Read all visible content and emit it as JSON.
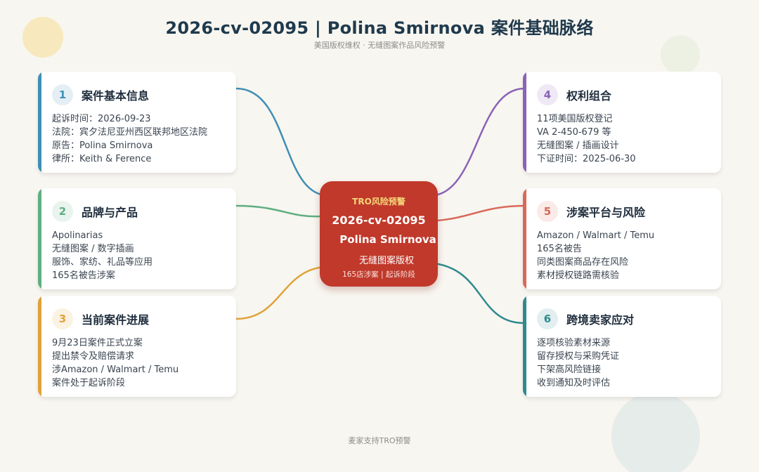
{
  "header": {
    "title": "2026-cv-02095 | Polina  Smirnova 案件基础脉络",
    "subtitle": "美国版权维权 · 无缝图案作品风险预警"
  },
  "hub": {
    "kicker": "TRO风险预警",
    "case_no": "2026-cv-02095",
    "plaintiff": "Polina Smirnova",
    "type": "无缝图案版权",
    "footnote": "165店涉案 | 起诉阶段",
    "color": "#c0392b"
  },
  "cards": [
    {
      "num": "1",
      "title": "案件基本信息",
      "color": "#3f8fb5",
      "lines": [
        "起诉时间：2026-09-23",
        "法院：宾夕法尼亚州西区联邦地区法院",
        "原告：Polina Smirnova",
        "律所：Keith & Ference"
      ]
    },
    {
      "num": "2",
      "title": "品牌与产品",
      "color": "#5fae82",
      "lines": [
        "Apolinarias",
        "无缝图案 / 数字插画",
        "服饰、家纺、礼品等应用",
        "165名被告涉案"
      ]
    },
    {
      "num": "3",
      "title": "当前案件进展",
      "color": "#e0a23a",
      "lines": [
        "9月23日案件正式立案",
        "提出禁令及赔偿请求",
        "涉Amazon / Walmart / Temu",
        "案件处于起诉阶段"
      ]
    },
    {
      "num": "4",
      "title": "权利组合",
      "color": "#8a63b8",
      "lines": [
        "11项美国版权登记",
        "VA 2-450-679 等",
        "无缝图案 / 插画设计",
        "下证时间：2025-06-30"
      ]
    },
    {
      "num": "5",
      "title": "涉案平台与风险",
      "color": "#d9695a",
      "lines": [
        "Amazon / Walmart / Temu",
        "165名被告",
        "同类图案商品存在风险",
        "素材授权链路需核验"
      ]
    },
    {
      "num": "6",
      "title": "跨境卖家应对",
      "color": "#2f8a8f",
      "lines": [
        "逐项核验素材来源",
        "留存授权与采购凭证",
        "下架高风险链接",
        "收到通知及时评估"
      ]
    }
  ],
  "footer": {
    "text": "麦家支持TRO预警"
  }
}
